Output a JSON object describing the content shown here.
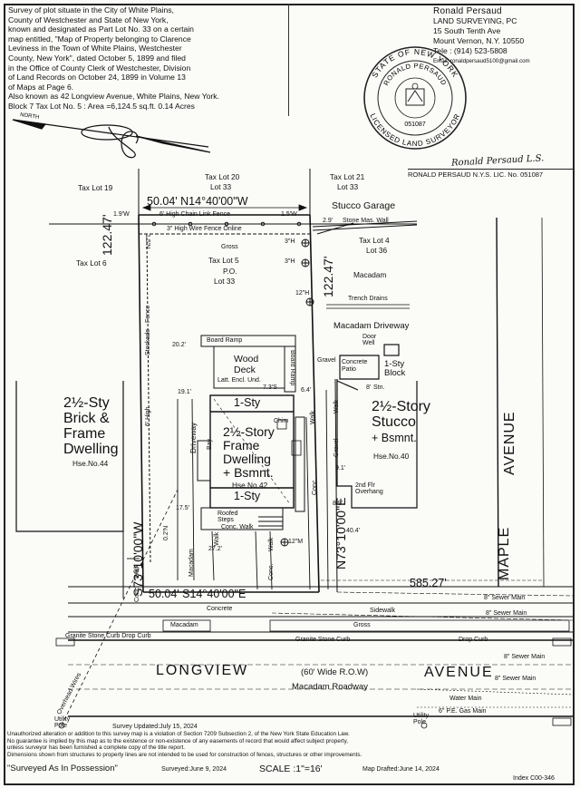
{
  "description_lines": [
    "Survey of plot situate in the City of White Plains,",
    "County of Westchester and State of New York,",
    "known and designated as Part Lot No. 33 on a certain",
    "map entitled, \"Map of Property belonging to Clarence",
    "Leviness in the Town of White Plains, Westchester",
    "County, New York\", dated October 5, 1899 and filed",
    "in the Office of County Clerk of Westchester, Division",
    "of Land Records on October 24, 1899 in Volume 13",
    "of Maps at Page 6.",
    "Also known as 42 Longview Avenue, White Plains, New York.",
    "Block 7 Tax Lot No. 5 : Area =6,124.5 sq.ft. 0.14 Acres"
  ],
  "firm": {
    "name": "Ronald Persaud",
    "line1": "LAND SURVEYING, PC",
    "line2": "15 South Tenth Ave",
    "line3": "Mount Vernon, N.Y. 10550",
    "tel": "Tele : (914) 523-5808",
    "email": "Email: ronaldpersaud5100@gmail.com"
  },
  "seal": {
    "state_text": "STATE OF NEW YORK",
    "name_text": "RONALD PERSAUD",
    "bottom_text": "LICENSED LAND SURVEYOR",
    "number": "051087"
  },
  "signature": "Ronald Persaud L.S.",
  "surveyor_id": "RONALD PERSAUD N.Y.S. LIC. No. 051087",
  "north_label": "NORTH",
  "labels": {
    "tax_lot_19": "Tax Lot 19",
    "tax_lot_20": "Tax Lot 20",
    "lot_33_top": "Lot 33",
    "tax_lot_21": "Tax Lot 21",
    "lot_33_r": "Lot 33",
    "tax_lot_6": "Tax Lot 6",
    "tax_lot_4": "Tax Lot 4",
    "lot_36": "Lot 36",
    "stucco_garage": "Stucco Garage",
    "top_bearing": "50.04' N14°40'00\"W",
    "fence": "6' High Chain Link Fence",
    "corner_l": "1.9'W",
    "corner_r": "1.5'W",
    "offset_29": "2.9'",
    "stone_wall": "Stone Mas. Wall",
    "wire_fence": "3\" High Wire Fence Online",
    "gross": "Gross",
    "lot5": "Tax Lot 5",
    "po": "P.O.",
    "lot33_c": "Lot 33",
    "h3a": "3\"H",
    "h3b": "3\"H",
    "h12": "12\"H",
    "h12m": "12\"M",
    "left_dim": "122.47'",
    "right_dim": "122.47'",
    "macadam_r": "Macadam",
    "trench": "Trench Drains",
    "driveway": "Macadam Driveway",
    "door_well": "Door Well",
    "gravel_top": "Gravel",
    "conc_patio": "Concrete Patio",
    "block_1": "1-Sty",
    "block_2": "Block",
    "board_ramp_h": "Board Ramp",
    "board_ramp_v": "Board Ramp",
    "d202": "20.2'",
    "d191": "19.1'",
    "d73": "7.3'S",
    "d64": "6.4'",
    "deck1": "Wood",
    "deck2": "Deck",
    "deck3": "Latt. Encl. Und.",
    "sty1_top": "1-Sty",
    "house1": "2½-Story",
    "house2": "Frame",
    "house3": "Dwelling",
    "house4": "+ Bsmnt.",
    "hse42": "Hse.No.42",
    "sty1_bot": "1-Sty",
    "chim": "Chim",
    "bay": "Bay",
    "driveway_v": "Driveway",
    "walk_a": "Walk",
    "walk_b": "Walk",
    "walk_c": "Walk",
    "walk_d": "Walk",
    "walk_e": "Walk",
    "conc_a": "Conc.",
    "conc_b": "Conc.",
    "conc_c": "Conc.",
    "gravel_v": "Gravel",
    "stockade1": "Stockade",
    "stockade2": "Fence",
    "six_high": "6' High",
    "d175": "17.5'",
    "d272": "27.2'",
    "d02": "0.2'N",
    "roofed": "Roofed Steps",
    "conc_walk": "Conc. Walk",
    "macadam_v": "Macadam",
    "left1": "2½-Sty",
    "left2": "Brick &",
    "left3": "Frame",
    "left4": "Dwelling",
    "hse44": "Hse.No.44",
    "right1": "2½-Story",
    "right2": "Stucco",
    "right3": "+ Bsmnt.",
    "hse40": "Hse.No.40",
    "d91": "9.1'",
    "d89": "8.9'",
    "d404": "40.4'",
    "overhang": "2nd Flr Overhang",
    "dim_15": "1.5'N",
    "dim_8": "8'",
    "left_bearing": "S73°10'00\"W",
    "right_bearing": "N73°10'00\"E",
    "bottom_bearing": "50.04' S14°40'00\"E",
    "maple": "MAPLE",
    "avenue_r": "AVENUE",
    "d58527": "585.27'",
    "sewer1": "8\" Sewer Main",
    "sewer2": "8\" Sewer Main",
    "sewer3": "8\" Sewer Main",
    "sewer4": "8\" Sewer Main",
    "concrete": "Concrete",
    "sidewalk": "Sidewalk",
    "macadam_sw": "Macadam",
    "gross_sw": "Gross",
    "curb_l": "Granite Stone Curb Drop Curb",
    "curb_r": "Granite Stone Curb",
    "drop_curb_r": "Drop Curb",
    "longview": "LONGVIEW",
    "row": "(60' Wide R.O.W)",
    "avenue_b": "AVENUE",
    "macadam_road": "Macadam Roadway",
    "water_main": "Water Main",
    "gas_main": "6\" P.E. Gas Main",
    "utility_l": "Utility Pole",
    "utility_r": "Utility Pole",
    "overhead": "Overhead Wires",
    "stn": "Stn."
  },
  "footer": {
    "updated": "Survey Updated:July 15, 2024",
    "legal1": "Unauthorized alteration or addition to this survey map is a violation of Section 7209 Subsection 2, of the New York State Education Law.",
    "legal2": "No guarantee is implied by this map as to the existence or non-existence of any easements of record that would affect subject property,",
    "legal3": "unless surveyor has been furnished a complete copy of the title report.",
    "legal4": "Dimensions shown from structures to property lines are not intended to be used for construction of fences, structures or other improvements.",
    "possession": "\"Surveyed As In Possession\"",
    "surveyed": "Surveyed:June 9, 2024",
    "scale": "SCALE :1\"=16'",
    "drafted": "Map Drafted:June 14, 2024",
    "index": "Index C00-346"
  }
}
